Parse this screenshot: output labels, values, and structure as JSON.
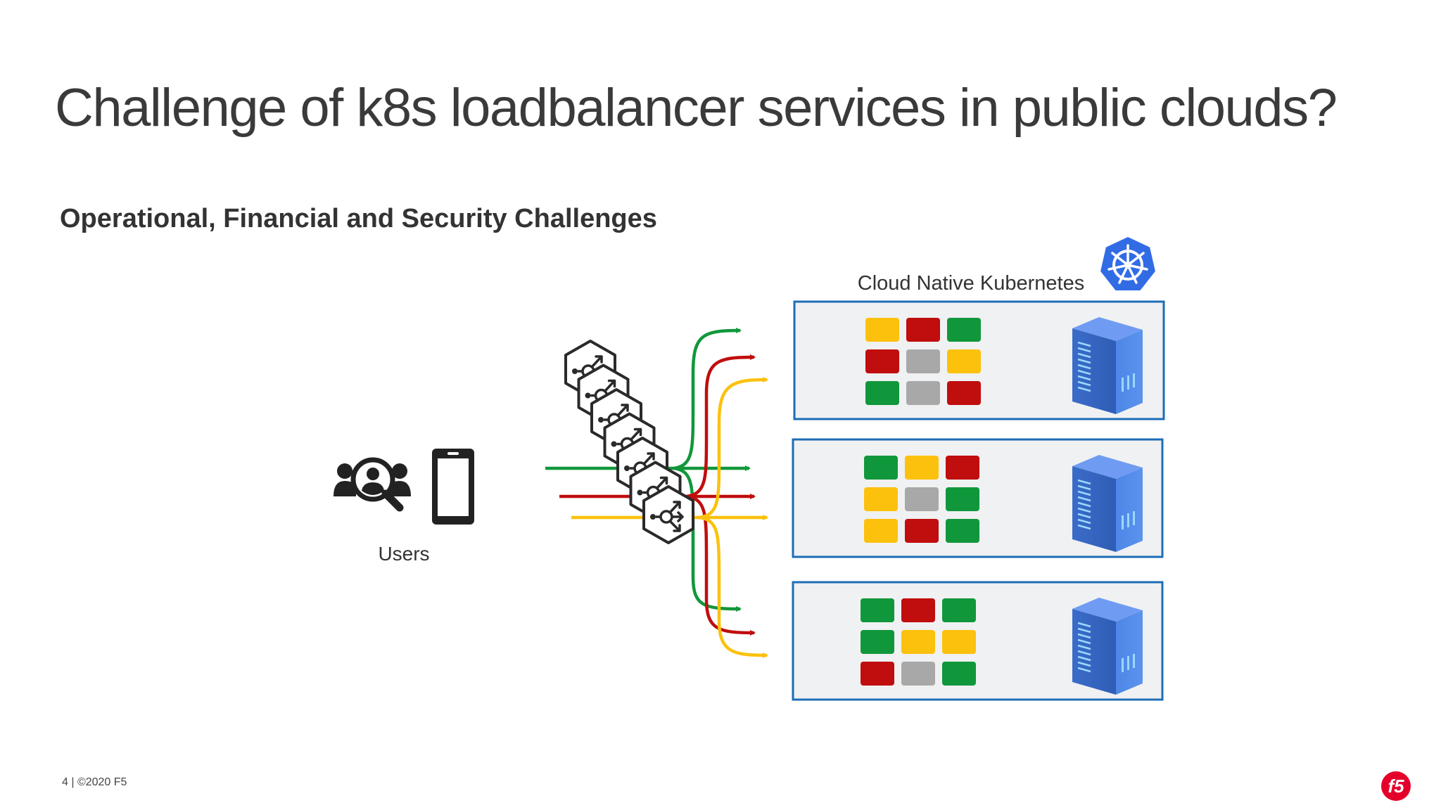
{
  "slide": {
    "title": "Challenge of k8s loadbalancer services in public clouds?",
    "subtitle": "Operational, Financial and Security Challenges",
    "footer": "4 | ©2020 F5"
  },
  "diagram": {
    "cluster_label": "Cloud Native Kubernetes",
    "users_label": "Users",
    "icons": {
      "users": "users-search-icon",
      "device": "smartphone-icon",
      "load_balancer": "load-balancer-hexagon-icon",
      "server": "server-rack-icon",
      "kubernetes": "kubernetes-logo-icon",
      "brand": "f5-logo-icon"
    },
    "colors": {
      "green": "#11973b",
      "red": "#c00d0d",
      "yellow": "#fcc10d",
      "gray": "#a8a8a8",
      "node_border": "#1d6db7",
      "node_fill": "#f0f1f2",
      "server_blue": "#3c72d3",
      "k8s_blue": "#326ce5",
      "f5_red": "#e4002b"
    },
    "nodes": [
      {
        "pods": [
          [
            "yellow",
            "red",
            "green"
          ],
          [
            "red",
            "gray",
            "yellow"
          ],
          [
            "green",
            "gray",
            "red"
          ]
        ]
      },
      {
        "pods": [
          [
            "green",
            "yellow",
            "red"
          ],
          [
            "yellow",
            "gray",
            "green"
          ],
          [
            "yellow",
            "red",
            "green"
          ]
        ]
      },
      {
        "pods": [
          [
            "green",
            "red",
            "green"
          ],
          [
            "green",
            "yellow",
            "yellow"
          ],
          [
            "red",
            "gray",
            "green"
          ]
        ]
      }
    ],
    "load_balancer_count": 7,
    "flows": [
      "green",
      "red",
      "yellow"
    ]
  }
}
